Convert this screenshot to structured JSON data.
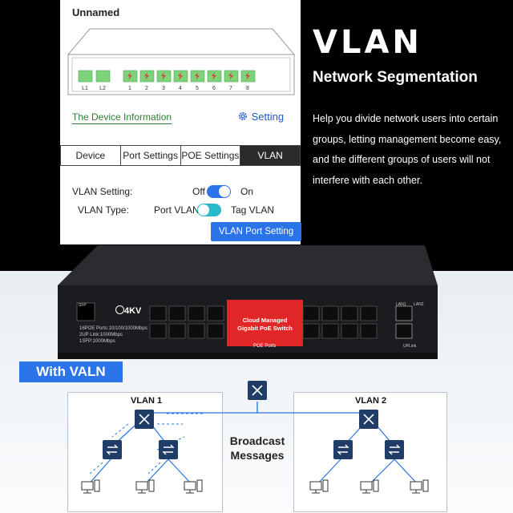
{
  "headline": {
    "title": "VLAN",
    "subtitle": "Network Segmentation",
    "description": "Help you divide network users into certain groups, letting management become easy, and the different groups of users will not interfere with each other."
  },
  "app": {
    "device_name": "Unnamed",
    "ports": [
      "L1",
      "L2",
      "1",
      "2",
      "3",
      "4",
      "5",
      "6",
      "7",
      "8"
    ],
    "device_info_link": "The Device Information",
    "setting_link": "Setting",
    "tabs": [
      {
        "label": "Device",
        "active": false
      },
      {
        "label": "Port Settings",
        "active": false
      },
      {
        "label": "POE Settings",
        "active": false
      },
      {
        "label": "VLAN",
        "active": true
      }
    ],
    "vlan_setting": {
      "label": "VLAN Setting:",
      "off": "Off",
      "on": "On",
      "value": "On"
    },
    "vlan_type": {
      "label": "VLAN Type:",
      "option_a": "Port VLAN",
      "option_b": "Tag VLAN",
      "value": "Port VLAN"
    },
    "button_label": "VLAN Port Setting"
  },
  "switch": {
    "brand": "4KV",
    "sfp_label": "SFP",
    "specs": [
      "16POE Ports:10/100/1000Mbps",
      "2UP Link:1000Mbps",
      "1SFP:1000Mbps"
    ],
    "center_label_1": "Cloud Managed",
    "center_label_2": "Gigabit PoE Switch",
    "poe_ports_label": "POE Ports",
    "lan_labels": [
      "LAN1",
      "LAN2"
    ],
    "uplink_label": "UPLink"
  },
  "diagram": {
    "badge": "With VALN",
    "vlan1": "VLAN 1",
    "vlan2": "VLAN 2",
    "broadcast": "Broadcast Messages"
  },
  "colors": {
    "accent": "#2b73e8",
    "port_green": "#7dd37a",
    "switch_red": "#e02626",
    "text_green": "#2e7d32"
  }
}
